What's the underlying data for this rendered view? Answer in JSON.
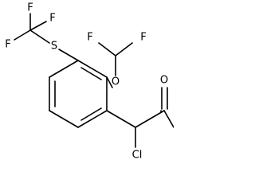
{
  "molecule": {
    "atoms": [
      {
        "id": "F1",
        "label": "F"
      },
      {
        "id": "F2",
        "label": "F"
      },
      {
        "id": "F3",
        "label": "F"
      },
      {
        "id": "S",
        "label": "S"
      },
      {
        "id": "F4",
        "label": "F"
      },
      {
        "id": "F5",
        "label": "F"
      },
      {
        "id": "O1",
        "label": "O"
      },
      {
        "id": "O2",
        "label": "O"
      },
      {
        "id": "Cl",
        "label": "Cl"
      }
    ]
  }
}
